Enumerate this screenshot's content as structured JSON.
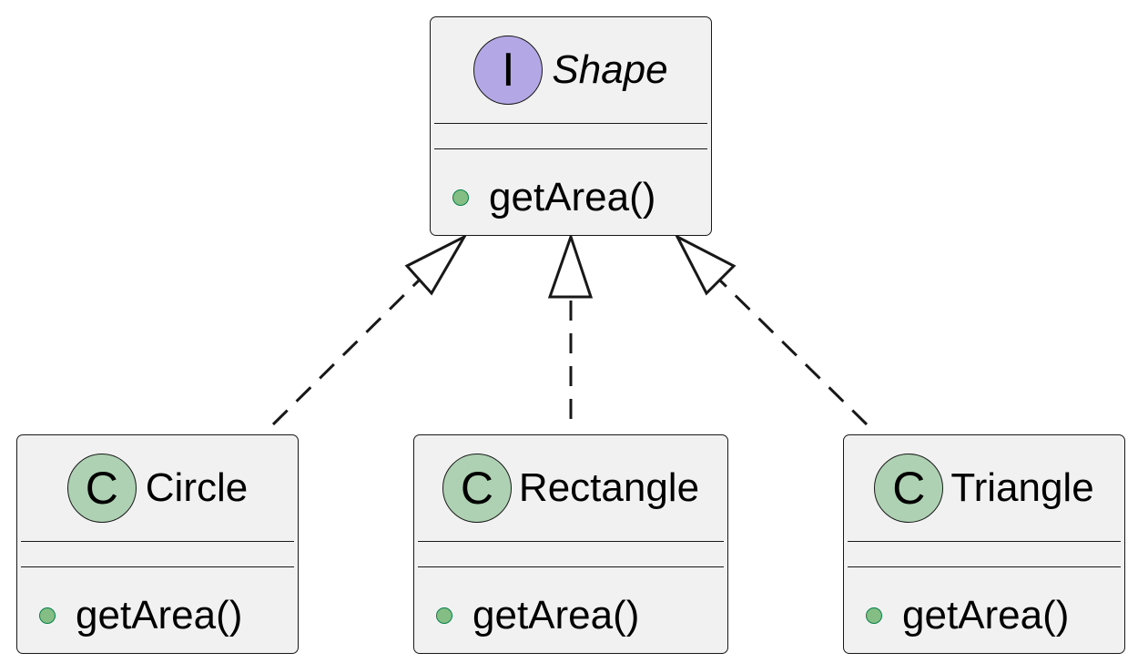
{
  "colors": {
    "class_fill": "#f1f1f1",
    "border": "#181818",
    "interface_badge": "#b4a7e5",
    "class_badge": "#add1b2",
    "public_method_fill": "#84be84",
    "public_method_stroke": "#038048"
  },
  "interface": {
    "badge_letter": "I",
    "name": "Shape",
    "methods": [
      "getArea()"
    ]
  },
  "classes": [
    {
      "badge_letter": "C",
      "name": "Circle",
      "methods": [
        "getArea()"
      ]
    },
    {
      "badge_letter": "C",
      "name": "Rectangle",
      "methods": [
        "getArea()"
      ]
    },
    {
      "badge_letter": "C",
      "name": "Triangle",
      "methods": [
        "getArea()"
      ]
    }
  ],
  "relationships": [
    {
      "from": "Circle",
      "to": "Shape",
      "type": "realization"
    },
    {
      "from": "Rectangle",
      "to": "Shape",
      "type": "realization"
    },
    {
      "from": "Triangle",
      "to": "Shape",
      "type": "realization"
    }
  ]
}
